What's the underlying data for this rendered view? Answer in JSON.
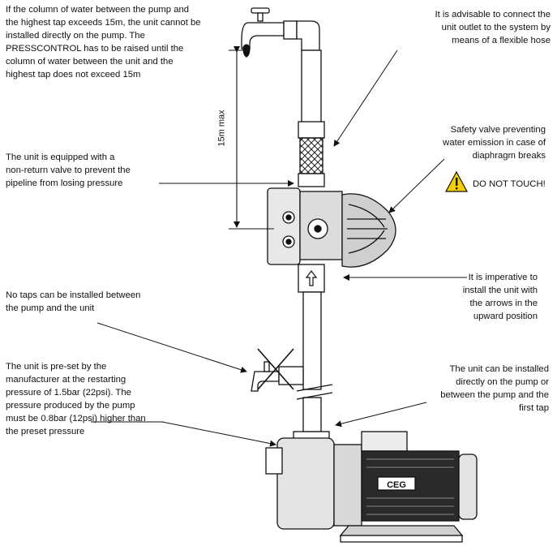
{
  "notes": {
    "column_height": "If the column of water between the pump and\nthe highest tap exceeds 15m, the unit cannot be\ninstalled directly on the pump. The\nPRESSCONTROL has to be raised until the\ncolumn of water between the unit and the\nhighest tap does not exceed 15m",
    "flexible_hose": "It is advisable to connect the\nunit outlet to the system by\nmeans of a flexible hose",
    "safety_valve": "Safety valve preventing\nwater emission in case of\ndiaphragm breaks",
    "do_not_touch": "DO NOT TOUCH!",
    "non_return": "The unit is equipped with a\nnon-return valve to prevent the\npipeline from losing pressure",
    "arrows_upward": "It is imperative to\ninstall the unit with\nthe arrows in the\nupward position",
    "no_taps": "No taps can be installed between\nthe pump and the unit",
    "preset": "The unit is pre-set by the\nmanufacturer at the restarting\npressure of 1.5bar (22psi). The\npressure produced by the pump\nmust be 0.8bar (12psi) higher than\nthe preset pressure",
    "install_location": "The unit can be installed\ndirectly on the pump or\nbetween the pump and the\nfirst tap"
  },
  "dimension_label": "15m max",
  "pump_brand": "CEG",
  "icons": {
    "warning": "warning-triangle-icon",
    "arrow": "upward-arrow-icon"
  },
  "colors": {
    "warning": "#f5d000",
    "line": "#111111"
  }
}
